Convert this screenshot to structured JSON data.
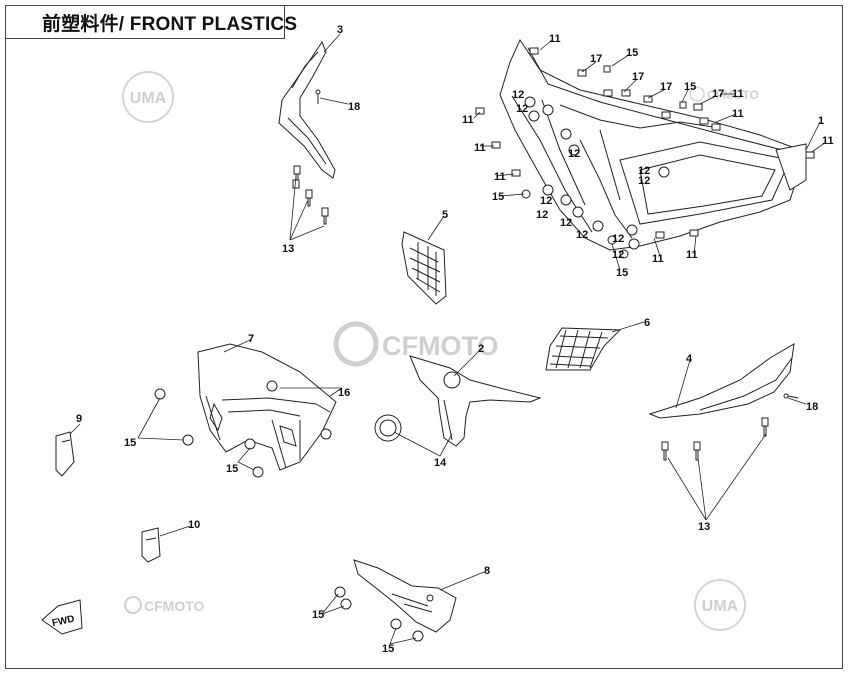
{
  "title": "前塑料件/ FRONT PLASTICS",
  "watermarks": {
    "uma": "UMA",
    "cfmoto": "CFMOTO",
    "cfmoto_center": "CFMOTO"
  },
  "callouts": {
    "c1": "1",
    "c2": "2",
    "c3": "3",
    "c4": "4",
    "c5": "5",
    "c6": "6",
    "c7": "7",
    "c8": "8",
    "c9": "9",
    "c10": "10",
    "c11a": "11",
    "c11b": "11",
    "c11c": "11",
    "c11d": "11",
    "c11e": "11",
    "c11f": "11",
    "c11g": "11",
    "c11h": "11",
    "c11i": "11",
    "c12a": "12",
    "c12b": "12",
    "c12c": "12",
    "c12d": "12",
    "c12e": "12",
    "c12f": "12",
    "c12g": "12",
    "c12h": "12",
    "c12i": "12",
    "c12j": "12",
    "c12k": "12",
    "c13a": "13",
    "c13b": "13",
    "c14": "14",
    "c15a": "15",
    "c15b": "15",
    "c15c": "15",
    "c15d": "15",
    "c15e": "15",
    "c15f": "15",
    "c15g": "15",
    "c16": "16",
    "c17a": "17",
    "c17b": "17",
    "c17c": "17",
    "c17d": "17",
    "c18a": "18",
    "c18b": "18"
  },
  "fwd_label": "FWD"
}
